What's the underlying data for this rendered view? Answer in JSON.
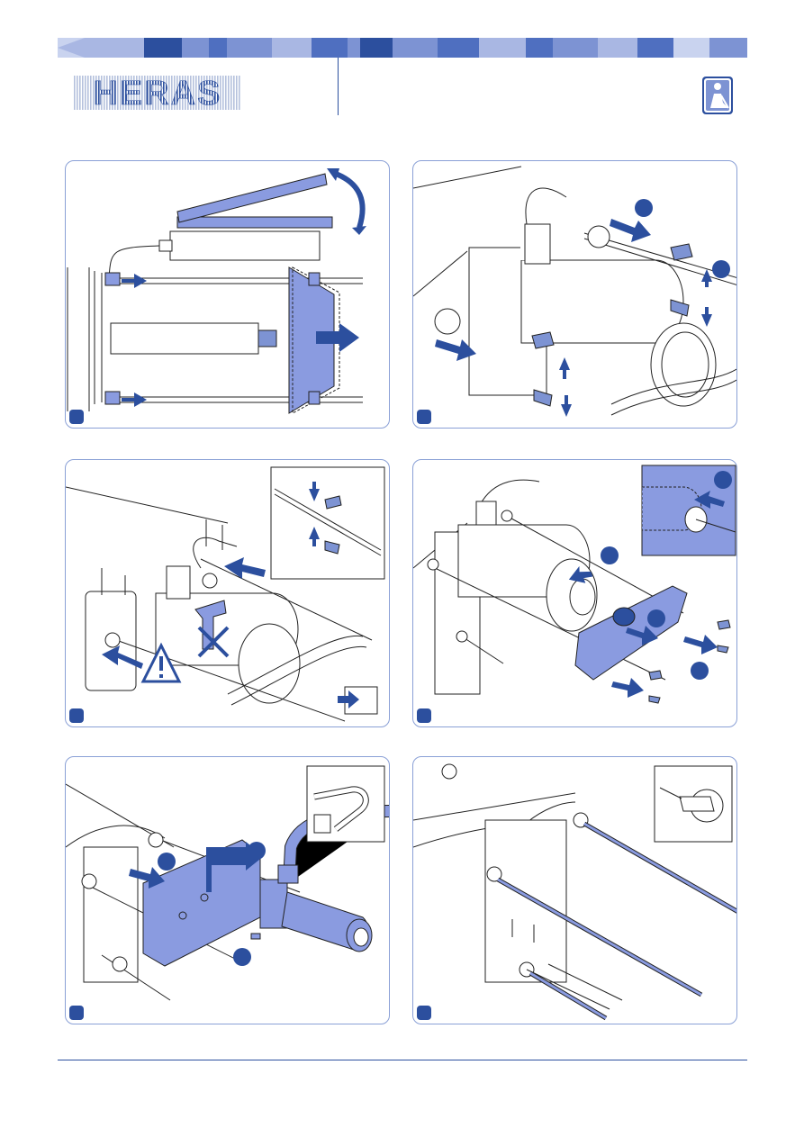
{
  "header": {
    "brand": "HERAS",
    "banner_colors": [
      "#2c4f9e",
      "#4f6fc0",
      "#7d93d3",
      "#a9b7e3",
      "#c9d3ef"
    ],
    "accent": "#2c4f9e",
    "fill_light": "#8a9be0",
    "worker_icon": "worker-icon"
  },
  "panels": [
    {
      "id": "1",
      "step_label": ""
    },
    {
      "id": "2",
      "step_label": ""
    },
    {
      "id": "3",
      "step_label": ""
    },
    {
      "id": "4",
      "step_label": ""
    },
    {
      "id": "5",
      "step_label": ""
    },
    {
      "id": "6",
      "step_label": ""
    }
  ]
}
